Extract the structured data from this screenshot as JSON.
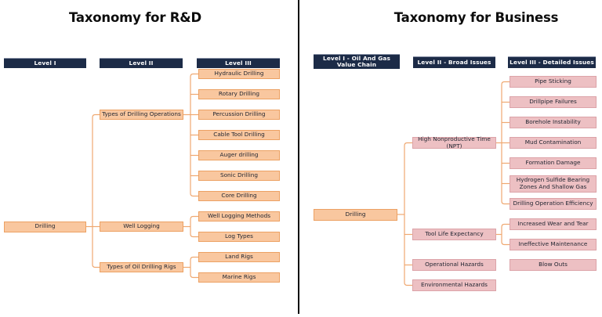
{
  "left": {
    "title": "Taxonomy for R&D",
    "headers": [
      "Level I",
      "Level II",
      "Level III"
    ],
    "root": "Drilling",
    "groups": [
      {
        "label": "Types of Drilling Operations",
        "children": [
          "Hydraulic Drilling",
          "Rotary Drilling",
          "Percussion Drilling",
          "Cable Tool Drilling",
          "Auger drilling",
          "Sonic Drilling",
          "Core Drilling"
        ]
      },
      {
        "label": "Well Logging",
        "children": [
          "Well Logging Methods",
          "Log Types"
        ]
      },
      {
        "label": "Types of Oil Drilling Rigs",
        "children": [
          "Land Rigs",
          "Marine Rigs"
        ]
      }
    ],
    "colors": {
      "header_bg": "#1C2B47",
      "header_text": "#FFFFFF",
      "box_fill": "#F9C79F",
      "box_border": "#ECA163",
      "root_fill": "#F9C79F",
      "root_border": "#ECA163",
      "line": "#EFA871",
      "text": "#1F2430"
    }
  },
  "right": {
    "title": "Taxonomy for Business",
    "headers": [
      "Level I - Oil And Gas Value Chain",
      "Level II - Broad Issues",
      "Level III - Detailed Issues"
    ],
    "root": "Drilling",
    "groups": [
      {
        "label": "High Nonproductive Time (NPT)",
        "children": [
          "Pipe Sticking",
          "Drillpipe Failures",
          "Borehole Instability",
          "Mud Contamination",
          "Formation Damage",
          "Hydrogen Sulfide Bearing Zones And Shallow Gas",
          "Drilling Operation Efficiency"
        ]
      },
      {
        "label": "Tool Life Expectancy",
        "children": [
          "Increased Wear and Tear",
          "Ineffective Maintenance"
        ]
      },
      {
        "label": "Operational Hazards",
        "children": [
          "Blow Outs"
        ],
        "connected": false
      },
      {
        "label": "Environmental Hazards",
        "children": []
      }
    ],
    "colors": {
      "header_bg": "#1C2B47",
      "header_text": "#FFFFFF",
      "box_fill": "#EDC0C3",
      "box_border": "#DCA3A8",
      "root_fill": "#F9C79F",
      "root_border": "#ECA163",
      "line": "#EFA871",
      "text": "#1F2430"
    }
  }
}
